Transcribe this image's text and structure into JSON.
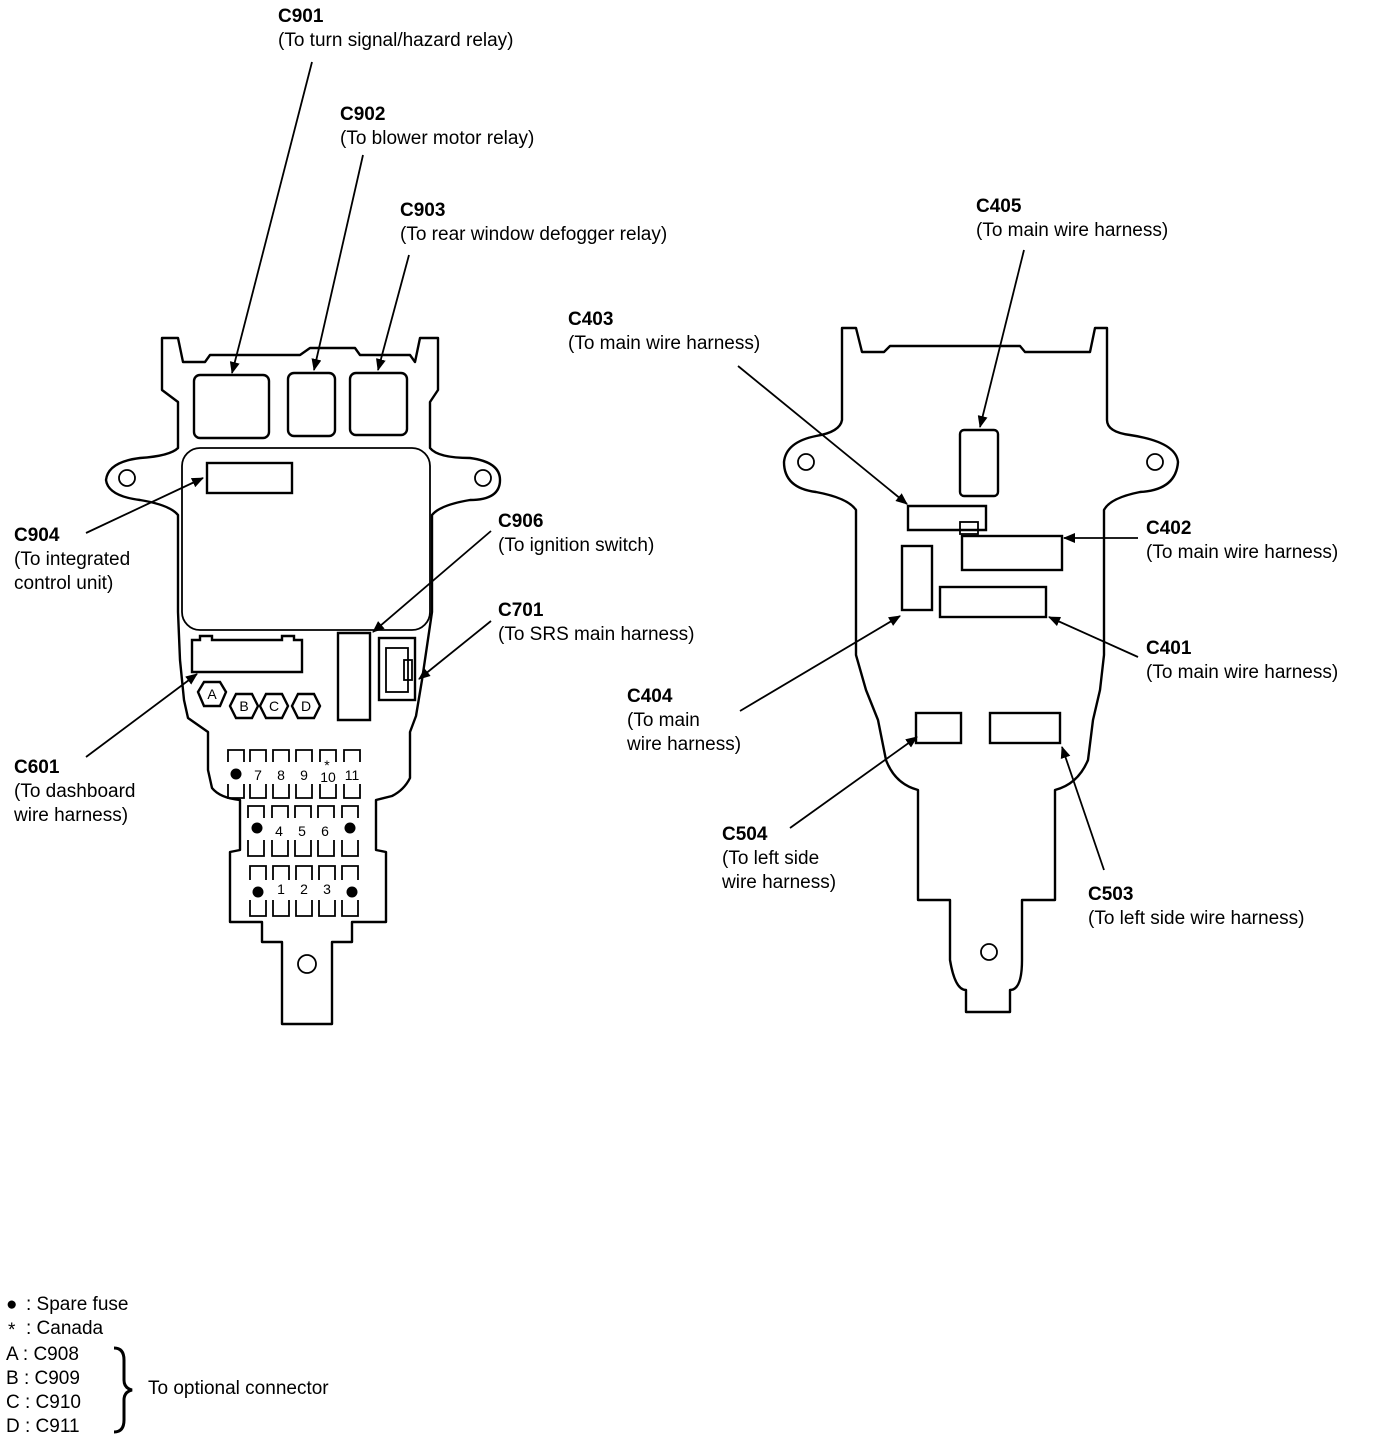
{
  "callouts": {
    "c901": {
      "code": "C901",
      "desc": "(To turn signal/hazard relay)"
    },
    "c902": {
      "code": "C902",
      "desc": "(To blower motor relay)"
    },
    "c903": {
      "code": "C903",
      "desc": "(To rear window defogger relay)"
    },
    "c904": {
      "code": "C904",
      "desc1": "(To integrated",
      "desc2": "control unit)"
    },
    "c906": {
      "code": "C906",
      "desc": "(To ignition switch)"
    },
    "c701": {
      "code": "C701",
      "desc": "(To SRS main harness)"
    },
    "c601": {
      "code": "C601",
      "desc1": "(To dashboard",
      "desc2": "wire harness)"
    },
    "c405": {
      "code": "C405",
      "desc": "(To main wire harness)"
    },
    "c403": {
      "code": "C403",
      "desc": "(To main wire harness)"
    },
    "c402": {
      "code": "C402",
      "desc": "(To main wire harness)"
    },
    "c401": {
      "code": "C401",
      "desc": "(To main wire harness)"
    },
    "c404": {
      "code": "C404",
      "desc1": "(To main",
      "desc2": "wire harness)"
    },
    "c504": {
      "code": "C504",
      "desc1": "(To left side",
      "desc2": "wire harness)"
    },
    "c503": {
      "code": "C503",
      "desc": "(To left side wire harness)"
    }
  },
  "optional_connectors": [
    "A",
    "B",
    "C",
    "D"
  ],
  "fuse_numbers": {
    "row1": [
      "7",
      "8",
      "9",
      "10",
      "11"
    ],
    "row2": [
      "4",
      "5",
      "6"
    ],
    "row3": [
      "1",
      "2",
      "3"
    ],
    "canada_mark": "*"
  },
  "legend": {
    "spare": {
      "symbol": "●",
      "text": ": Spare fuse"
    },
    "canada": {
      "symbol": "*",
      "text": ": Canada"
    },
    "a": "A : C908",
    "b": "B : C909",
    "c": "C : C910",
    "d": "D : C911",
    "optional": "To optional connector"
  }
}
